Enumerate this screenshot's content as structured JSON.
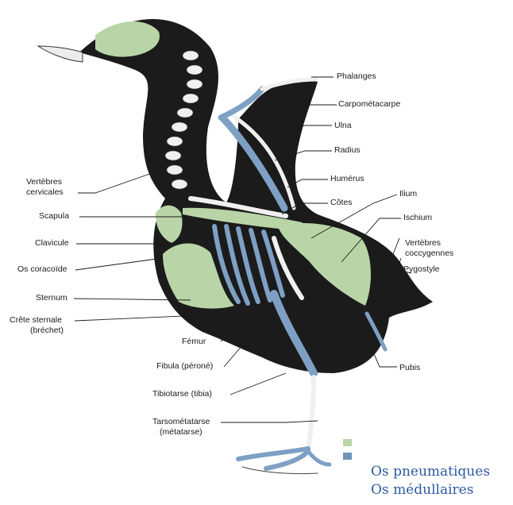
{
  "labels": {
    "phalanges": "Phalanges",
    "carpometacarpe": "Carpométacarpe",
    "ulna": "Ulna",
    "radius": "Radius",
    "humerus": "Humérus",
    "cotes": "Côtes",
    "ilium": "Ilium",
    "ischium": "Ischium",
    "vertebres_coccygennes_1": "Vertèbres",
    "vertebres_coccygennes_2": "coccygennes",
    "pygostyle": "Pygostyle",
    "vertebres_cervicales_1": "Vertèbres",
    "vertebres_cervicales_2": "cervicales",
    "scapula": "Scapula",
    "clavicule": "Clavicule",
    "os_coracoide": "Os coracoïde",
    "sternum": "Sternum",
    "crete_sternale_1": "Crête sternale",
    "crete_sternale_2": "(bréchet)",
    "femur": "Fémur",
    "fibula": "Fibula (péroné)",
    "tibiotarse": "Tibiotarse (tibia)",
    "tarsometatarse_1": "Tarsométatarse",
    "tarsometatarse_2": "(métatarse)",
    "pubis": "Pubis"
  },
  "legend": {
    "items": [
      {
        "text": "Os pneumatiques",
        "color": "#b9d5a8"
      },
      {
        "text": "Os médullaires",
        "color": "#6f93bb"
      }
    ]
  },
  "colors": {
    "body": "#1b1b1b",
    "pneumatic": "#b9d5a8",
    "medullary": "#7ea0c4",
    "bone": "#f2f2f2"
  }
}
